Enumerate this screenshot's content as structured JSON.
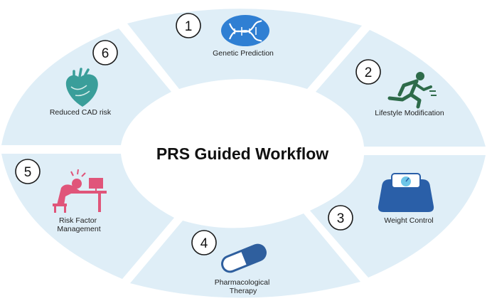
{
  "title": "PRS Guided Workflow",
  "colors": {
    "segment_fill": "#dfeef7",
    "center_fill": "#ffffff",
    "dna_blue": "#2f7fd3",
    "lifestyle_green": "#2e6b4a",
    "weight_blue": "#2a5fa8",
    "pill_blue": "#2f5f9e",
    "risk_pink": "#e0557a",
    "heart_teal": "#3a9e9a"
  },
  "steps": [
    {
      "number": "1",
      "label_lines": [
        "Genetic Prediction"
      ],
      "icon": "dna-icon"
    },
    {
      "number": "2",
      "label_lines": [
        "Lifestyle Modification"
      ],
      "icon": "running-person-icon"
    },
    {
      "number": "3",
      "label_lines": [
        "Weight Control"
      ],
      "icon": "weight-scale-icon"
    },
    {
      "number": "4",
      "label_lines": [
        "Pharmacological",
        "Therapy"
      ],
      "icon": "pill-capsule-icon"
    },
    {
      "number": "5",
      "label_lines": [
        "Risk Factor",
        "Management"
      ],
      "icon": "stressed-person-desk-icon"
    },
    {
      "number": "6",
      "label_lines": [
        "Reduced CAD risk"
      ],
      "icon": "heart-icon"
    }
  ]
}
